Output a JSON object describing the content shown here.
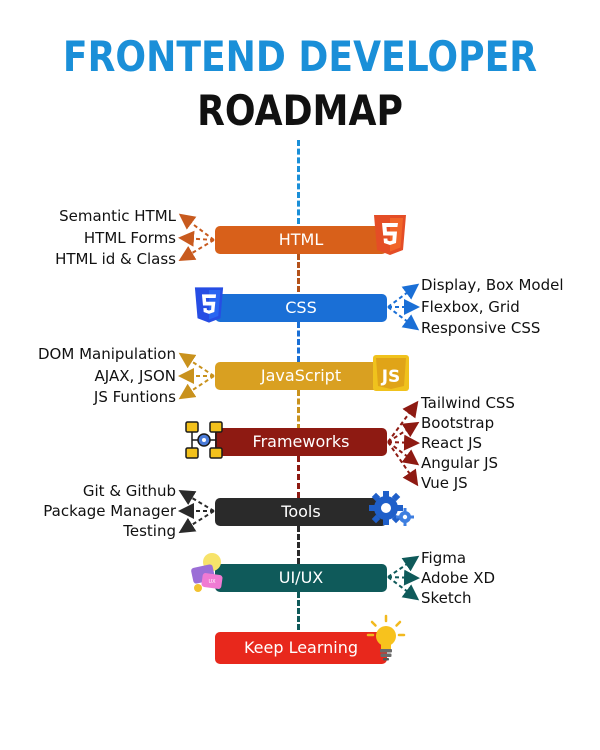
{
  "title": {
    "line1": "FRONTEND DEVELOPER",
    "line2": "ROADMAP"
  },
  "colors": {
    "html": "#d8601a",
    "css": "#1a6fd6",
    "javascript": "#d9a021",
    "frameworks": "#8e1a12",
    "tools": "#2a2a2a",
    "uiux": "#0f5a5a",
    "keep_learning": "#e8281c"
  },
  "stages": [
    {
      "label": "HTML",
      "side": "left",
      "items": [
        "Semantic HTML",
        "HTML Forms",
        "HTML id & Class"
      ],
      "icon": "html5-icon"
    },
    {
      "label": "CSS",
      "side": "right",
      "items": [
        "Display, Box Model",
        "Flexbox, Grid",
        "Responsive CSS"
      ],
      "icon": "css3-icon"
    },
    {
      "label": "JavaScript",
      "side": "left",
      "items": [
        "DOM Manipulation",
        "AJAX, JSON",
        "JS Funtions"
      ],
      "icon": "js-icon"
    },
    {
      "label": "Frameworks",
      "side": "right",
      "items": [
        "Tailwind CSS",
        "Bootstrap",
        "React JS",
        "Angular JS",
        "Vue JS"
      ],
      "icon": "frameworks-icon"
    },
    {
      "label": "Tools",
      "side": "left",
      "items": [
        "Git & Github",
        "Package Manager",
        "Testing"
      ],
      "icon": "gear-icon"
    },
    {
      "label": "UI/UX",
      "side": "right",
      "items": [
        "Figma",
        "Adobe XD",
        "Sketch"
      ],
      "icon": "design-icon"
    },
    {
      "label": "Keep Learning",
      "side": "none",
      "items": [],
      "icon": "lightbulb-icon"
    }
  ]
}
